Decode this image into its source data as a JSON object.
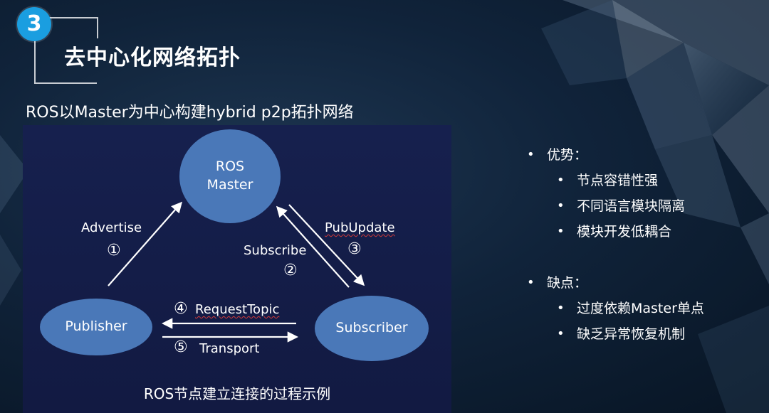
{
  "header": {
    "step_number": "3",
    "title": "去中心化网络拓扑"
  },
  "subtitle": "ROS以Master为中心构建hybrid p2p拓扑网络",
  "diagram": {
    "nodes": {
      "master_line1": "ROS",
      "master_line2": "Master",
      "publisher": "Publisher",
      "subscriber": "Subscriber"
    },
    "edges": {
      "advertise": "Advertise",
      "advertise_num": "①",
      "subscribe": "Subscribe",
      "subscribe_num": "②",
      "pubupdate": "PubUpdate",
      "pubupdate_num": "③",
      "request_topic": "RequestTopic",
      "request_topic_num": "④",
      "transport": "Transport",
      "transport_num": "⑤"
    },
    "caption": "ROS节点建立连接的过程示例"
  },
  "bullets": {
    "bullet_glyph": "•",
    "pros": {
      "heading": "优势：",
      "items": [
        "节点容错性强",
        "不同语言模块隔离",
        "模块开发低耦合"
      ]
    },
    "cons": {
      "heading": "缺点：",
      "items": [
        "过度依赖Master单点",
        "缺乏异常恢复机制"
      ]
    }
  },
  "colors": {
    "background": "#10233a",
    "badge": "#1a9ee0",
    "panel": "#16204e",
    "node_fill": "#4a78b8",
    "arrow": "#ffffff",
    "spellcheck_underline": "#d23a3a"
  }
}
